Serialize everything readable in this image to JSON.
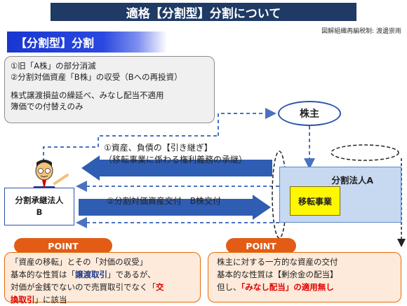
{
  "title": "適格【分割型】分割について",
  "caption": "図解組織再編税制: 渡邊崇雨",
  "section_label": "【分割型】分割",
  "summary": {
    "line1": "①旧「A株」の部分消滅",
    "line2": "②分割対価資産「B株」の収受（Bへの再投資）",
    "line3": "株式譲渡損益の繰延べ、みなし配当不適用",
    "line4": "簿価での付替えのみ"
  },
  "shareholder": "株主",
  "transfer": {
    "line1": "①資産、負債の【引き継ぎ】",
    "line2": "（移転事業に係わる権利義務の承継）"
  },
  "company_a": "分割法人A",
  "business": "移転事業",
  "company_b": {
    "line1": "分割承継法人",
    "line2": "B"
  },
  "consideration": "②分割対価資産交付　B株交付",
  "point_left": {
    "badge": "POINT",
    "line1": "「資産の移転」とその「対価の収受」",
    "line2_pre": "基本的な性質は「",
    "line2_hl": "譲渡取引",
    "line2_post": "」であるが、",
    "line3_pre": "対価が金銭でないので売買取引でなく「",
    "line3_hl": "交",
    "line4_hl": "換取引",
    "line4_post": "」に該当"
  },
  "point_right": {
    "badge": "POINT",
    "line1": "株主に対する一方的な資産の交付",
    "line2": "基本的な性質は【剰余金の配当】",
    "line3_pre": "但し、",
    "line3_hl": "「みなし配当」の適用無し"
  },
  "colors": {
    "title_bg": "#1f3a64",
    "section_bg": "#1a36d0",
    "arrow_blue": "#4a72bf",
    "badge_orange": "#e25c16",
    "point_fill": "#fdeada",
    "company_a_fill": "#c6d9f1",
    "business_fill": "#fff700"
  },
  "icons": {
    "person": "businessman-pointing-icon"
  }
}
